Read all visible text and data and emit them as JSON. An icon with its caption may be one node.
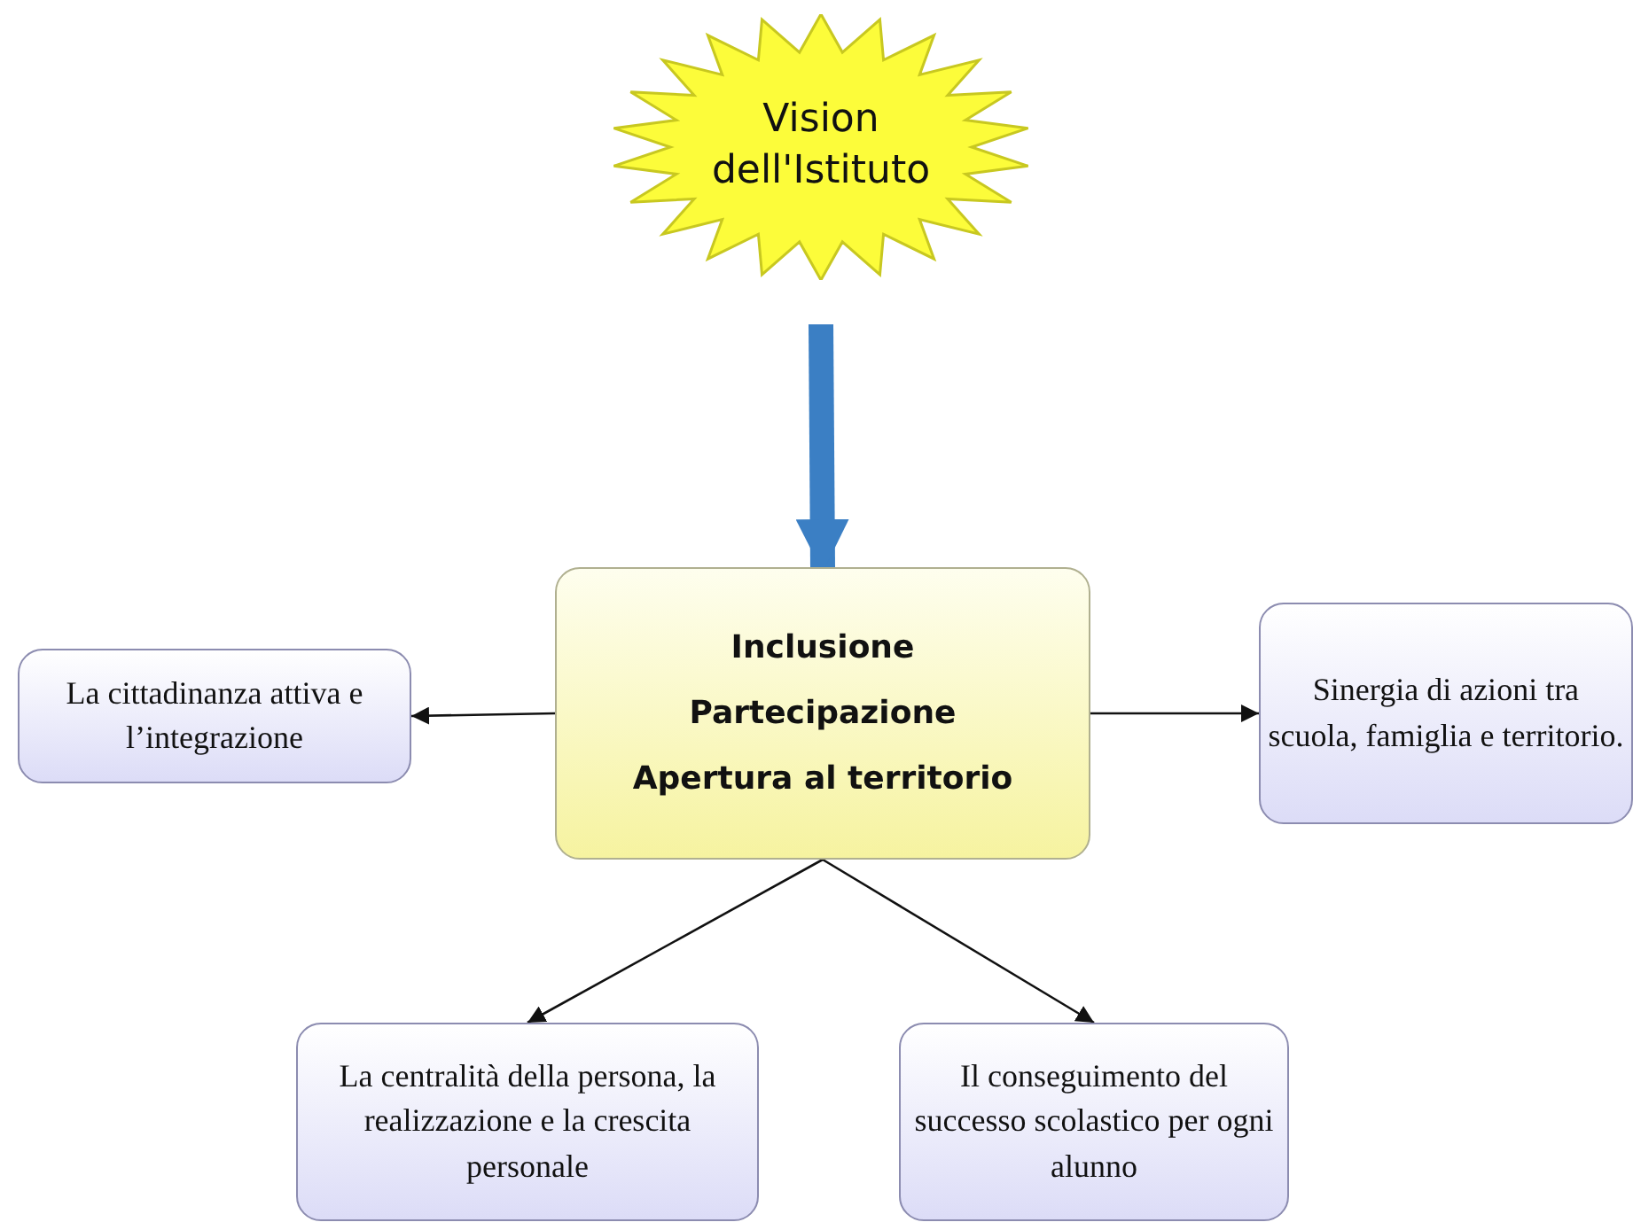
{
  "diagram": {
    "nodes": [
      {
        "text": [
          "Vision dell'Istituto"
        ]
      },
      {
        "text": [
          "Inclusione",
          "Partecipazione",
          "Apertura al territorio"
        ]
      },
      {
        "text": [
          "La cittadinanza attiva e l’integrazione"
        ]
      },
      {
        "text": [
          "Sinergia di azioni tra scuola, famiglia e territorio."
        ]
      },
      {
        "text": [
          "La centralità della persona, la realizzazione e la crescita personale"
        ]
      },
      {
        "text": [
          "Il conseguimento del successo scolastico per ogni alunno"
        ]
      }
    ],
    "edges": [
      {
        "from": 0,
        "to": 1,
        "arrow": "to",
        "style": "thick",
        "color": "#3b7fc4"
      },
      {
        "from": 1,
        "to": 2,
        "arrow": "to"
      },
      {
        "from": 1,
        "to": 3,
        "arrow": "to"
      },
      {
        "from": 1,
        "to": 4,
        "arrow": "to"
      },
      {
        "from": 1,
        "to": 5,
        "arrow": "to"
      }
    ]
  }
}
